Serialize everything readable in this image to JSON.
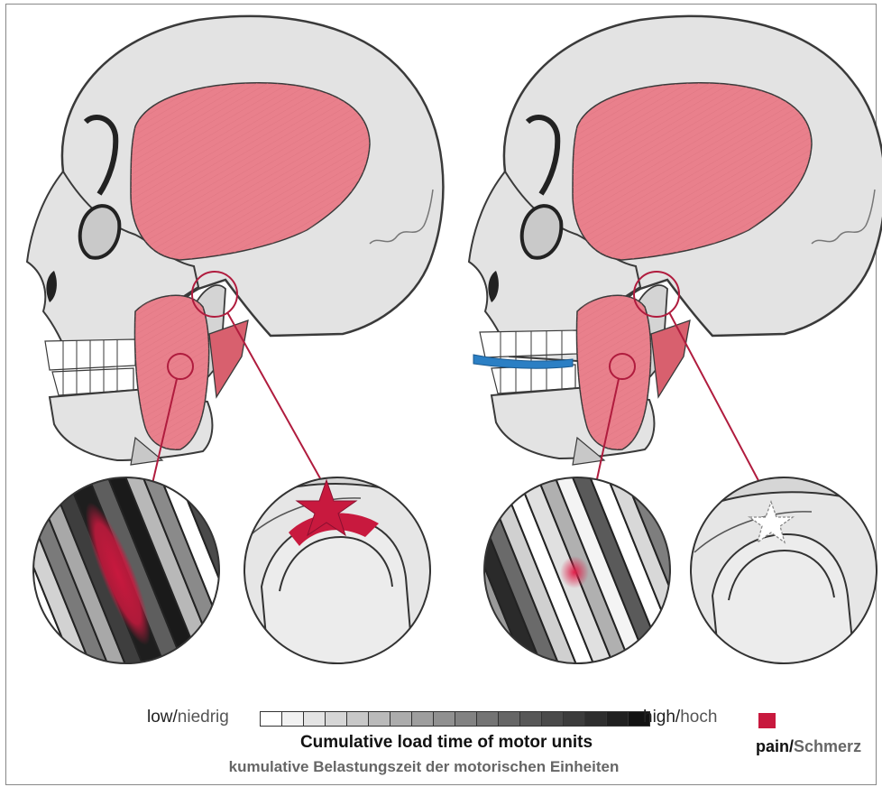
{
  "legend": {
    "low_en": "low",
    "low_de": "niedrig",
    "high_en": "high",
    "high_de": "hoch",
    "scale_colors": [
      "#ffffff",
      "#f2f2f2",
      "#e4e4e4",
      "#d6d6d6",
      "#c8c8c8",
      "#bababa",
      "#acacac",
      "#9e9e9e",
      "#909090",
      "#828282",
      "#747474",
      "#666666",
      "#585858",
      "#4a4a4a",
      "#3c3c3c",
      "#2e2e2e",
      "#202020",
      "#121212"
    ],
    "pain_en": "pain",
    "pain_de": "Schmerz",
    "pain_color": "#c8193e",
    "caption_en": "Cumulative load time of motor units",
    "caption_de": "kumulative Belastungszeit der motorischen Einheiten"
  },
  "colors": {
    "bone": "#e3e3e3",
    "bone_shadow": "#c9c9c9",
    "outline": "#3a3a3a",
    "muscle": "#e9808c",
    "muscle_dark": "#c8606e",
    "callout": "#b01c3e",
    "splint": "#2b7fc4"
  }
}
